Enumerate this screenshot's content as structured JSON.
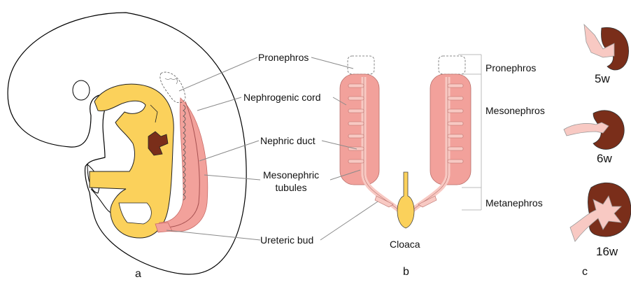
{
  "colors": {
    "embryo_outline": "#000000",
    "yellow_gut": "#fbd15b",
    "pink_kidney": "#f2a19b",
    "pink_tubule": "#f8c9c3",
    "brown_kidney": "#7a2e1a",
    "leader_line": "#8a8a8a"
  },
  "panel_a": {
    "caption": "a",
    "labels": {
      "pronephros": "Pronephros",
      "nephrogenic_cord": "Nephrogenic cord",
      "nephric_duct": "Nephric duct",
      "mesonephric_tubules": "Mesonephric\ntubules",
      "ureteric_bud": "Ureteric bud"
    }
  },
  "panel_b": {
    "caption": "b",
    "cloaca": "Cloaca",
    "regions": {
      "pronephros": "Pronephros",
      "mesonephros": "Mesonephros",
      "metanephros": "Metanephros"
    }
  },
  "panel_c": {
    "caption": "c",
    "stages": [
      "5w",
      "6w",
      "16w"
    ]
  }
}
